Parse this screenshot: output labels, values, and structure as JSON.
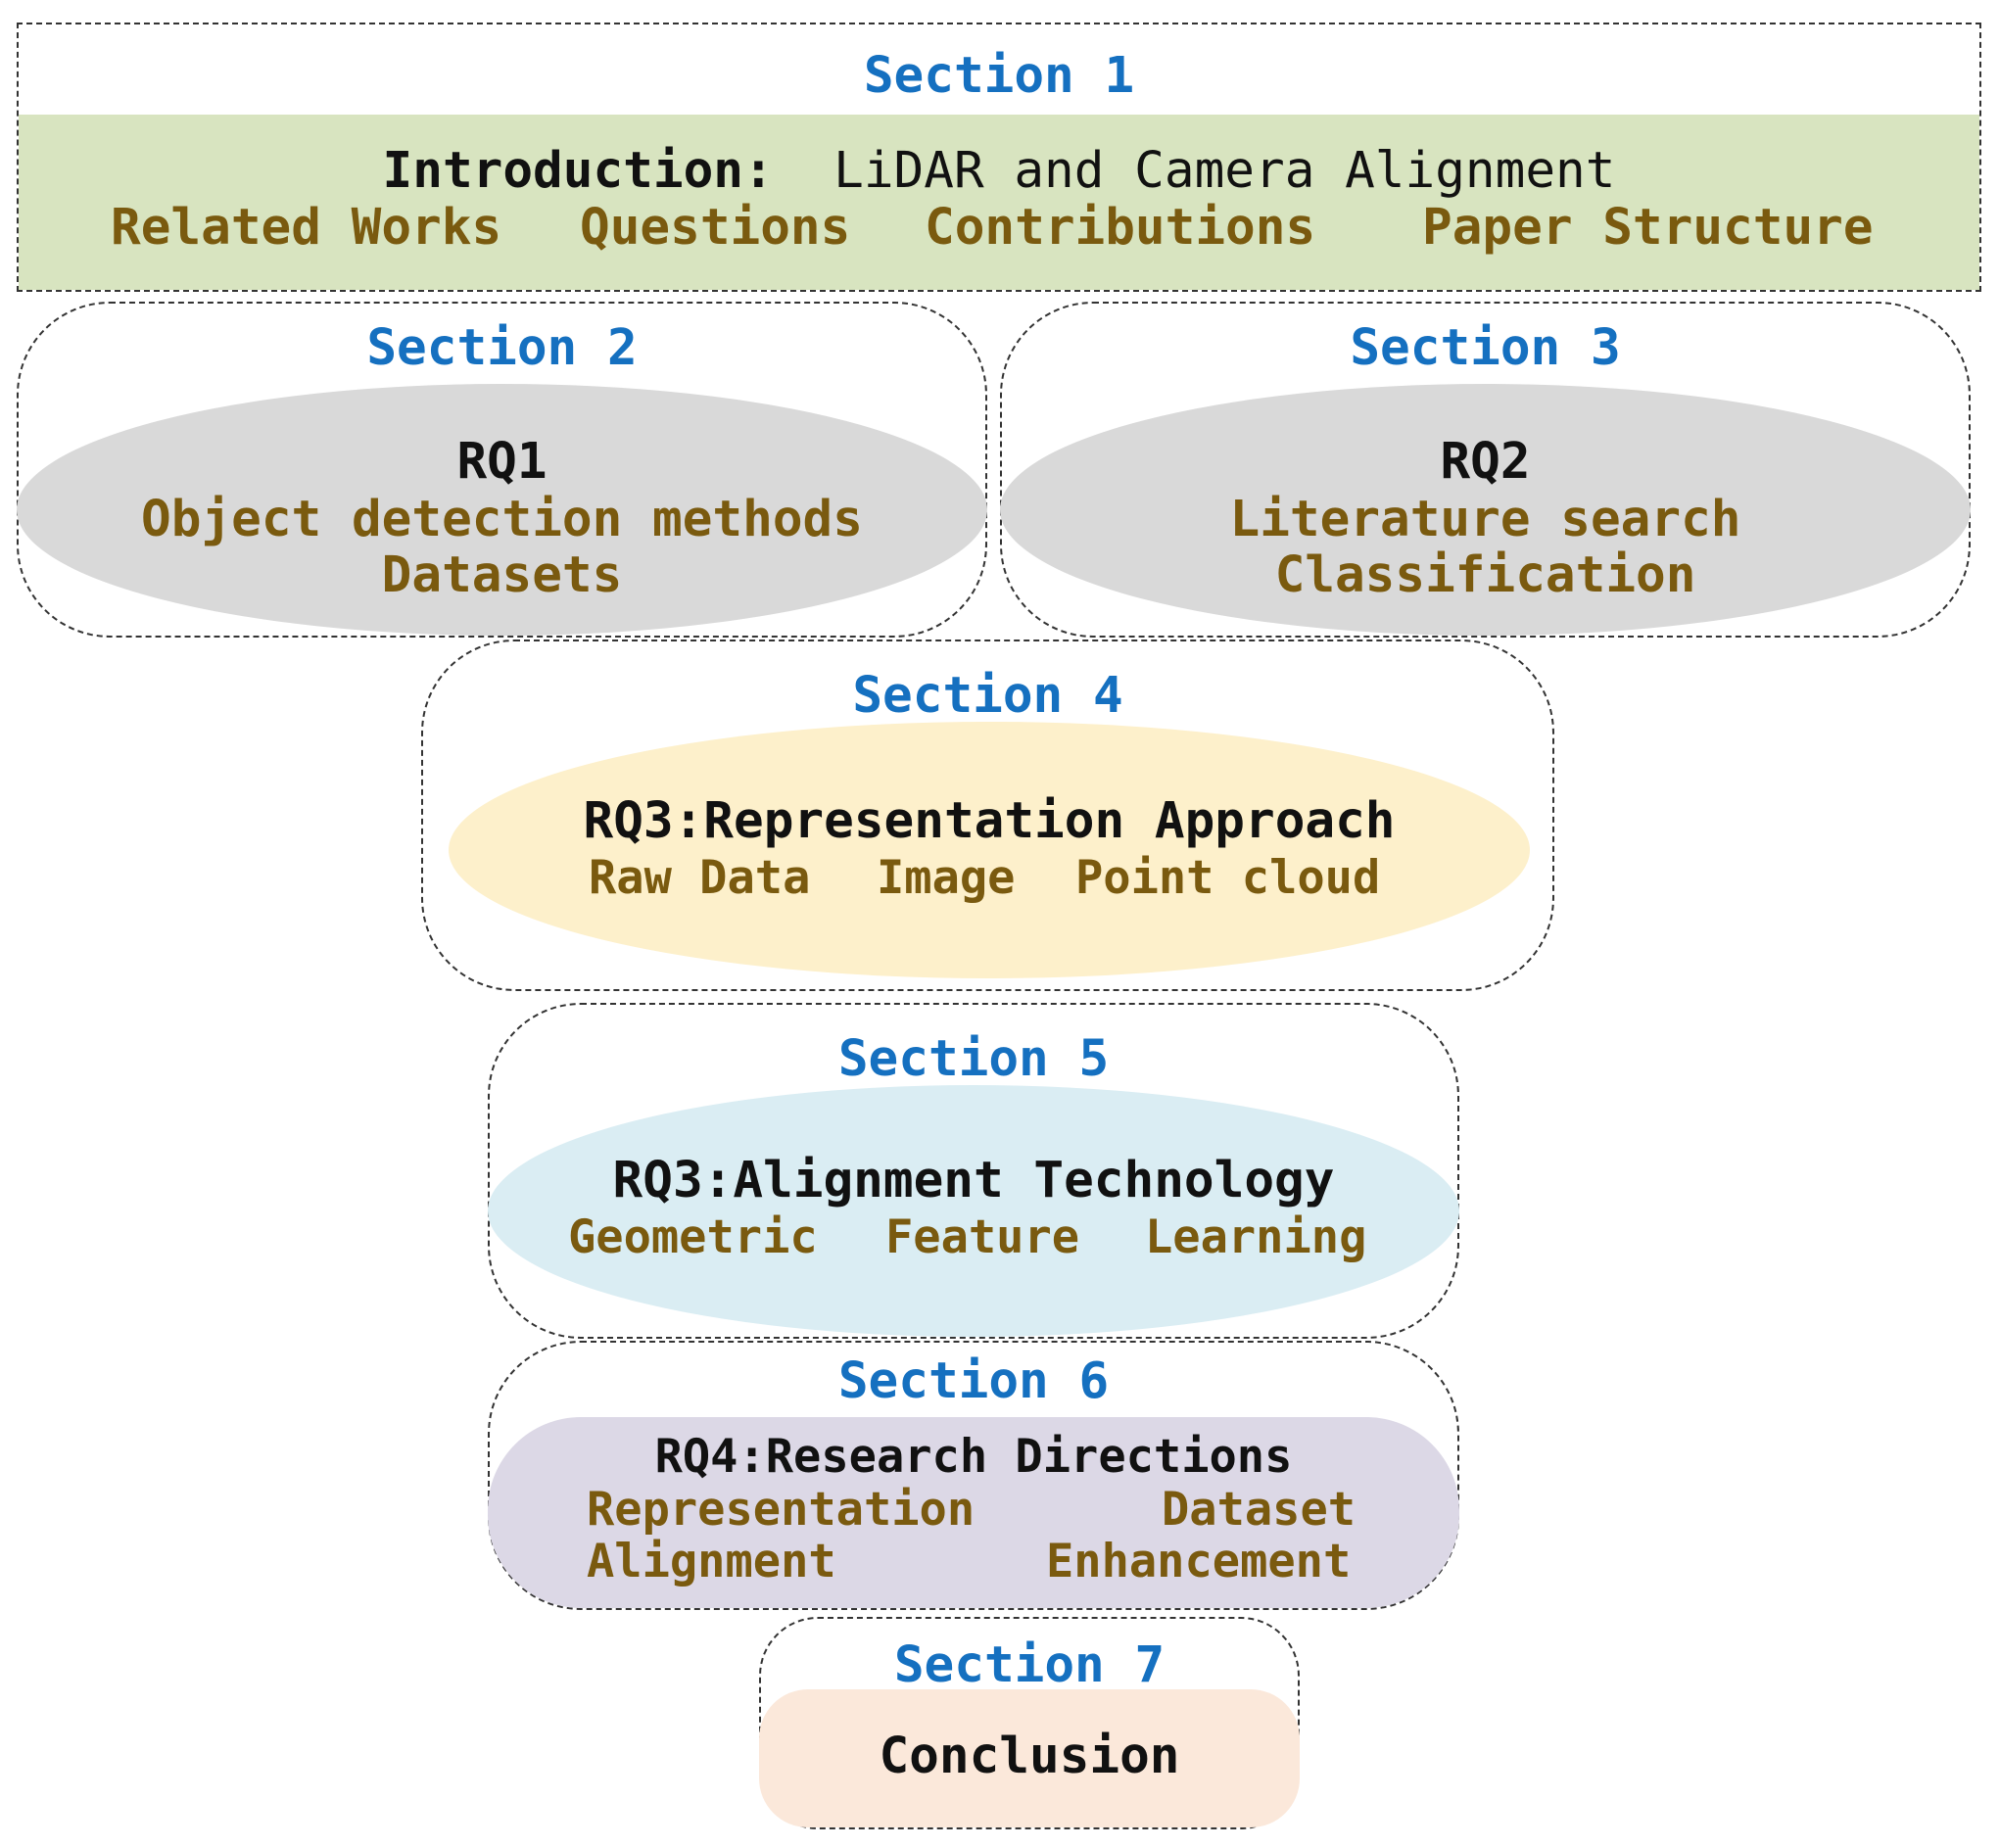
{
  "colors": {
    "section_title": "#1570c0",
    "topic_text": "#111111",
    "subtopic_text": "#7a5a0f",
    "s1_band": "#d8e4c0",
    "s2_ellipse": "#d9d9d9",
    "s3_ellipse": "#d9d9d9",
    "s4_ellipse": "#fdf0cb",
    "s5_ellipse": "#daedf3",
    "s6_shape": "#dcd8e6",
    "s7_shape": "#fbe8da"
  },
  "section1": {
    "title": "Section 1",
    "topic_label": "Introduction:",
    "topic_text": "LiDAR and Camera Alignment",
    "subtopics": [
      "Related Works",
      "Questions",
      "Contributions",
      "Paper Structure"
    ]
  },
  "section2": {
    "title": "Section 2",
    "rq": "RQ1",
    "lines": [
      "Object detection methods",
      "Datasets"
    ]
  },
  "section3": {
    "title": "Section 3",
    "rq": "RQ2",
    "lines": [
      "Literature search",
      "Classification"
    ]
  },
  "section4": {
    "title": "Section 4",
    "rq": "RQ3:Representation Approach",
    "items": [
      "Raw Data",
      "Image",
      "Point cloud"
    ]
  },
  "section5": {
    "title": "Section 5",
    "rq": "RQ3:Alignment Technology",
    "items": [
      "Geometric",
      "Feature",
      "Learning"
    ]
  },
  "section6": {
    "title": "Section 6",
    "rq": "RQ4:Research Directions",
    "items": [
      "Representation",
      "Dataset",
      "Alignment",
      "Enhancement"
    ]
  },
  "section7": {
    "title": "Section 7",
    "topic": "Conclusion"
  }
}
